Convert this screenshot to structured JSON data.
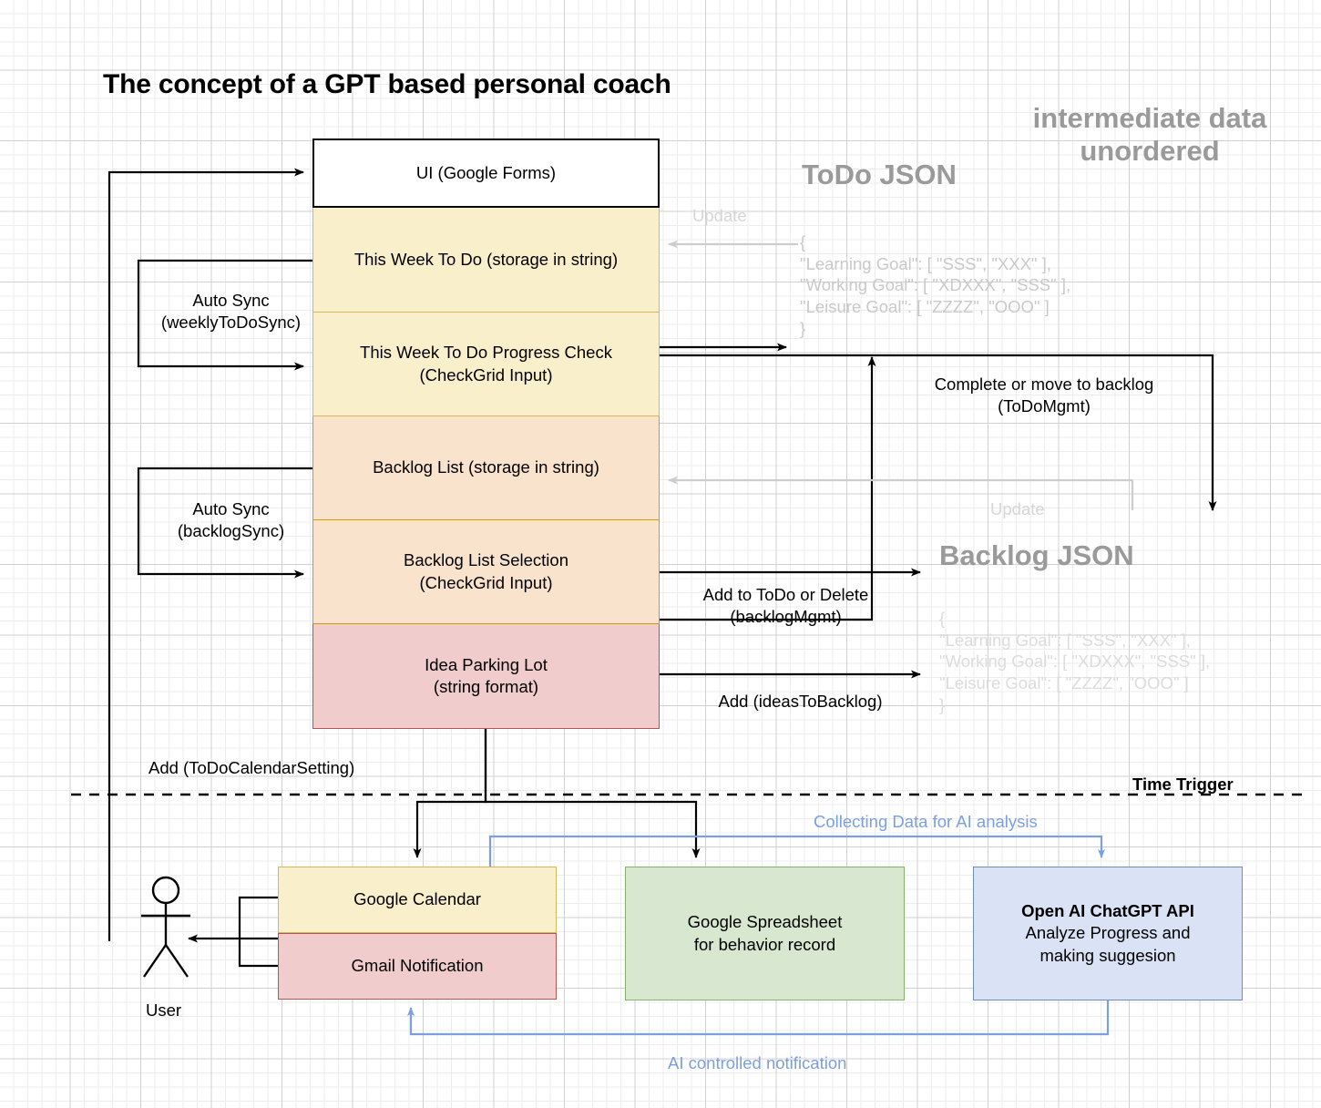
{
  "title": "The concept of a GPT based personal coach",
  "headings": {
    "intermediate": "intermediate data\nunordered",
    "todo_json": "ToDo JSON",
    "backlog_json": "Backlog JSON"
  },
  "json_blocks": {
    "todo": "{\n\"Learning Goal\": [ \"SSS\", \"XXX\" ],\n\"Working Goal\": [ \"XDXXX\", \"SSS\" ],\n\"Leisure Goal\": [ \"ZZZZ\", \"OOO\" ]\n}",
    "backlog": "{\n\"Learning Goal\": [ \"SSS\", \"XXX\" ],\n\"Working Goal\": [ \"XDXXX\", \"SSS\" ],\n\"Leisure Goal\": [ \"ZZZZ\", \"OOO\" ]\n}"
  },
  "boxes": {
    "ui": "UI (Google Forms)",
    "week_todo": "This Week To Do (storage in string)",
    "week_todo_check": "This Week To Do Progress Check\n(CheckGrid Input)",
    "backlog_list": "Backlog List (storage in string)",
    "backlog_selection": "Backlog List Selection\n(CheckGrid Input)",
    "idea_parking": "Idea Parking Lot\n(string format)",
    "google_calendar": "Google Calendar",
    "gmail_notification": "Gmail Notification",
    "google_spreadsheet": "Google Spreadsheet\nfor behavior record",
    "openai_title": "Open AI ChatGPT API",
    "openai_sub": "Analyze Progress and\nmaking suggesion"
  },
  "edge_labels": {
    "auto_sync_weekly": "Auto Sync\n(weeklyToDoSync)",
    "auto_sync_backlog": "Auto Sync\n(backlogSync)",
    "update_todo": "Update",
    "update_backlog": "Update",
    "complete_or_move": "Complete or move to backlog\n(ToDoMgmt)",
    "add_to_todo_or_delete": "Add to ToDo or Delete\n(backlogMgmt)",
    "add_ideas_to_backlog": "Add (ideasToBacklog)",
    "add_todo_calendar": "Add (ToDoCalendarSetting)",
    "time_trigger": "Time Trigger",
    "collecting_data": "Collecting Data for AI analysis",
    "ai_controlled_notification": "AI controlled notification"
  },
  "actors": {
    "user": "User"
  },
  "colors": {
    "yellow_fill": "#faefcb",
    "yellow_stroke": "#d6b656",
    "orange_fill": "#fae3cc",
    "orange_stroke": "#d79b00",
    "pink_fill": "#f0cccc",
    "pink_stroke": "#b85450",
    "green_fill": "#d8e7d0",
    "green_stroke": "#82b366",
    "blue_fill": "#dae3f6",
    "blue_stroke": "#6c8ebf",
    "grey_text": "#9a9a9a",
    "faint_text": "#d6d6d6",
    "accent_blue": "#7b9fe0"
  }
}
